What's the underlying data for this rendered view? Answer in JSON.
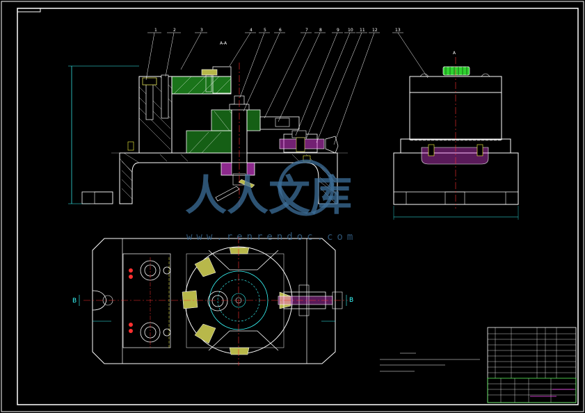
{
  "watermark": {
    "text": "人人文库",
    "url": "www.renrendoc.com"
  },
  "views": {
    "section_a": {
      "label": "A-A"
    },
    "side_view": {
      "label": "A"
    },
    "plan_view": {
      "left_marker": "B",
      "right_marker": "B"
    }
  },
  "balloons": [
    "1",
    "2",
    "3",
    "4",
    "5",
    "6",
    "7",
    "8",
    "9",
    "10",
    "11",
    "12",
    "13"
  ],
  "colors": {
    "background": "#000000",
    "outline": "#ffffff",
    "centerline": "#ff3030",
    "dimension": "#39ffff",
    "hatch": "#2fd32f",
    "part_fill": "#b8b84a",
    "accent": "#ff4aff"
  }
}
